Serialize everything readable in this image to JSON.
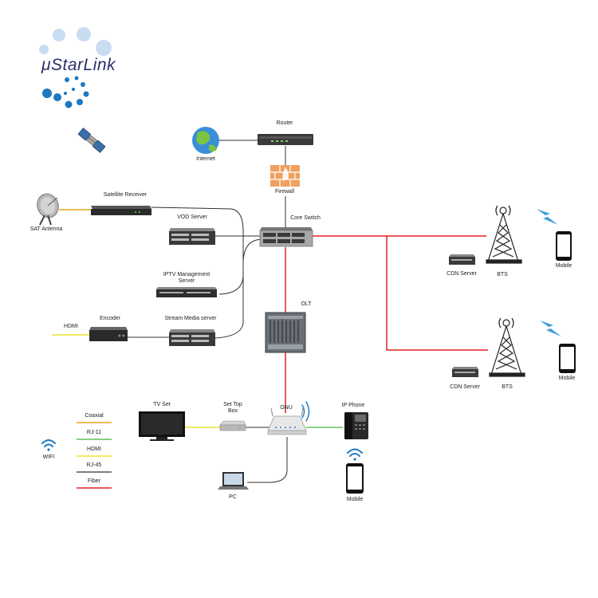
{
  "brand": {
    "name": "μStarLink",
    "accent": "#1c78c0",
    "text_color": "#2b2e6a"
  },
  "colors": {
    "coaxial": "#e8a020",
    "rj11": "#60c060",
    "hdmi": "#e8e030",
    "rj45": "#303030",
    "fiber": "#e02020"
  },
  "nodes": {
    "router": "Router",
    "internet": "Internet",
    "firewall": "Firewall",
    "satellite_receiver": "Satellite Receiver",
    "sat_antenna": "SAT Antenna",
    "vod_server": "VOD Server",
    "core_switch": "Core Switch",
    "iptv_mgmt_line1": "IPTV Management",
    "iptv_mgmt_line2": "Server",
    "encoder": "Encoder",
    "hdmi_in": "HDMI",
    "stream_media_server": "Stream Media server",
    "olt": "OLT",
    "cdn_server_1": "CDN Server",
    "bts_1": "BTS",
    "mobile_1": "Mobile",
    "cdn_server_2": "CDN Server",
    "bts_2": "BTS",
    "mobile_2": "Mobile",
    "tv_set": "TV Set",
    "stb_line1": "Set Top",
    "stb_line2": "Box",
    "onu": "ONU",
    "ip_phone": "IP Phone",
    "pc": "PC",
    "mobile_3": "Mobile",
    "wifi": "WIFI"
  },
  "legend": [
    {
      "label": "Coaxial",
      "color": "#e8a020"
    },
    {
      "label": "RJ-11",
      "color": "#60c060"
    },
    {
      "label": "HDMI",
      "color": "#e8e030"
    },
    {
      "label": "RJ-45",
      "color": "#303030"
    },
    {
      "label": "Fiber",
      "color": "#e02020"
    }
  ]
}
